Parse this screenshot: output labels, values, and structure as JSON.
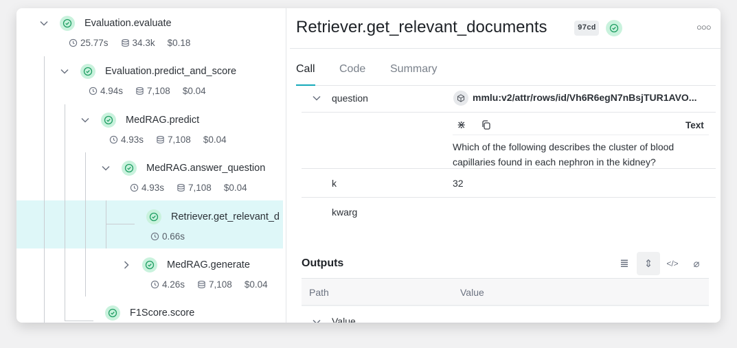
{
  "tree": [
    {
      "name": "Evaluation.evaluate",
      "expanded": true,
      "duration": "25.77s",
      "tokens": "34.3k",
      "cost": "$0.18"
    },
    {
      "name": "Evaluation.predict_and_score",
      "expanded": true,
      "duration": "4.94s",
      "tokens": "7,108",
      "cost": "$0.04"
    },
    {
      "name": "MedRAG.predict",
      "expanded": true,
      "duration": "4.93s",
      "tokens": "7,108",
      "cost": "$0.04"
    },
    {
      "name": "MedRAG.answer_question",
      "expanded": true,
      "duration": "4.93s",
      "tokens": "7,108",
      "cost": "$0.04"
    },
    {
      "name": "Retriever.get_relevant_d",
      "selected": true,
      "duration": "0.66s"
    },
    {
      "name": "MedRAG.generate",
      "expanded": false,
      "duration": "4.26s",
      "tokens": "7,108",
      "cost": "$0.04"
    },
    {
      "name": "F1Score.score"
    }
  ],
  "detail": {
    "title": "Retriever.get_relevant_documents",
    "badge": "97cd",
    "status": "success",
    "tabs": [
      {
        "label": "Call",
        "active": true
      },
      {
        "label": "Code"
      },
      {
        "label": "Summary"
      }
    ],
    "inputs": {
      "question_key": "question",
      "question_ref": "mmlu:v2/attr/rows/id/Vh6R6egN7nBsjTUR1AVO...",
      "text_mode": "Text",
      "question_text": "Which of the following describes the cluster of blood capillaries found in each nephron in the kidney?",
      "k_key": "k",
      "k_value": "32",
      "kwarg_key": "kwarg"
    },
    "outputs": {
      "title": "Outputs",
      "columns": [
        "Path",
        "Value"
      ],
      "first_row": "Value"
    }
  },
  "colors": {
    "accent": "#13a9ba",
    "success_bg": "#c9f2dd",
    "success": "#1f9e63",
    "selected_row": "#def7f8"
  }
}
